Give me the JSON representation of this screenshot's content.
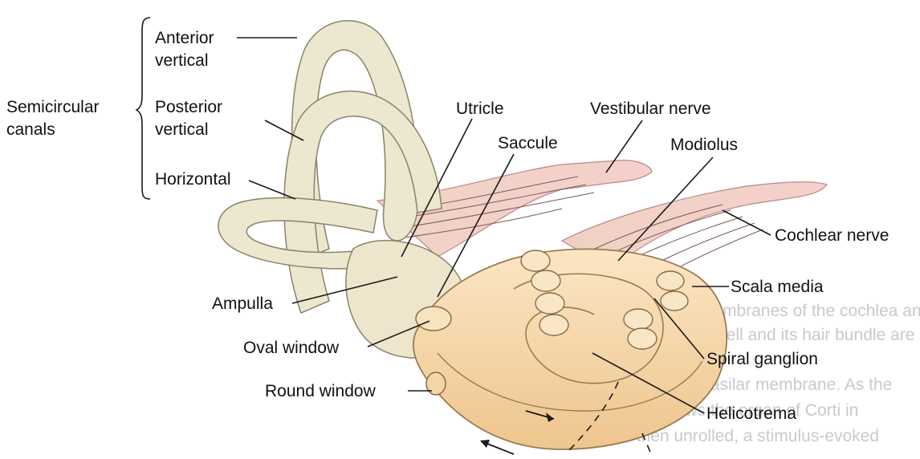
{
  "labels": {
    "semicircular_canals_line1": "Semicircular",
    "semicircular_canals_line2": "canals",
    "anterior_vertical_line1": "Anterior",
    "anterior_vertical_line2": "vertical",
    "posterior_vertical_line1": "Posterior",
    "posterior_vertical_line2": "vertical",
    "horizontal": "Horizontal",
    "utricle": "Utricle",
    "saccule": "Saccule",
    "vestibular_nerve": "Vestibular nerve",
    "modiolus": "Modiolus",
    "cochlear_nerve": "Cochlear nerve",
    "scala_media": "Scala media",
    "spiral_ganglion": "Spiral ganglion",
    "helicotrema": "Helicotrema",
    "ampulla": "Ampulla",
    "oval_window": "Oval window",
    "round_window": "Round window"
  },
  "bleed_through_text": [
    "ment of the membranes of the cochlea and their",
    "tions. A single cell and its hair bundle are",
    "lying on the basilar membrane. As the",
    "which shows the organ of Corti in",
    "we then unrolled, a stimulus-evoked"
  ],
  "colors": {
    "label_text": "#111111",
    "leader_line": "#1a1a1a",
    "labyrinth_fill": "#ece7cf",
    "labyrinth_outline": "#8c826a",
    "cochlea_fill": "#f6d9aa",
    "cochlea_outline": "#9a7a52",
    "nerve_fill": "#f2c9c4",
    "nerve_fiber": "#7a5a5a",
    "bleed_through": "#c7c9cf"
  }
}
